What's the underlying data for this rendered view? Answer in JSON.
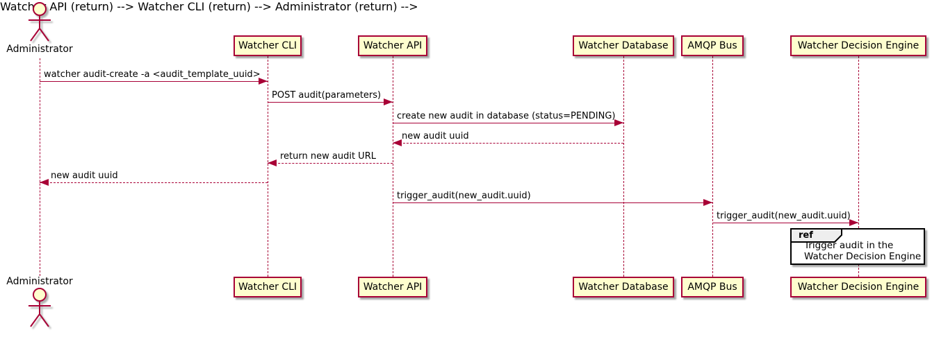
{
  "diagram": {
    "type": "sequence",
    "colors": {
      "background": "#FFFFFF",
      "participant_fill": "#FEFECE",
      "participant_border": "#A80036",
      "lifeline": "#A80036",
      "arrow": "#A80036",
      "text": "#000000",
      "ref_fill": "#FFFFFF",
      "ref_border": "#000000",
      "ref_tag_fill": "#EEEEEE"
    },
    "participants": [
      {
        "id": "administrator",
        "type": "actor",
        "label": "Administrator"
      },
      {
        "id": "watcher-cli",
        "type": "participant",
        "label": "Watcher CLI"
      },
      {
        "id": "watcher-api",
        "type": "participant",
        "label": "Watcher API"
      },
      {
        "id": "watcher-database",
        "type": "participant",
        "label": "Watcher Database"
      },
      {
        "id": "amqp-bus",
        "type": "participant",
        "label": "AMQP Bus"
      },
      {
        "id": "watcher-decision-engine",
        "type": "participant",
        "label": "Watcher Decision Engine"
      }
    ],
    "messages": [
      {
        "from": "Administrator",
        "to": "Watcher CLI",
        "style": "solid",
        "direction": "right",
        "label": "watcher audit-create -a <audit_template_uuid>"
      },
      {
        "from": "Watcher CLI",
        "to": "Watcher API",
        "style": "solid",
        "direction": "right",
        "label": "POST audit(parameters)"
      },
      {
        "from": "Watcher API",
        "to": "Watcher Database",
        "style": "solid",
        "direction": "right",
        "label": "create new audit in database (status=PENDING)"
      },
      {
        "from": "Watcher Database",
        "to": "Watcher API",
        "style": "dashed",
        "direction": "left",
        "label": "new audit uuid"
      },
      {
        "from": "Watcher API",
        "to": "Watcher CLI",
        "style": "dashed",
        "direction": "left",
        "label": "return new audit URL"
      },
      {
        "from": "Watcher CLI",
        "to": "Administrator",
        "style": "dashed",
        "direction": "left",
        "label": "new audit uuid"
      },
      {
        "from": "Watcher API",
        "to": "AMQP Bus",
        "style": "solid",
        "direction": "right",
        "label": "trigger_audit(new_audit.uuid)"
      },
      {
        "from": "AMQP Bus",
        "to": "Watcher Decision Engine",
        "style": "solid",
        "direction": "right",
        "label": "trigger_audit(new_audit.uuid)"
      }
    ],
    "ref": {
      "keyword": "ref",
      "over": "Watcher Decision Engine",
      "lines": [
        "Trigger audit in the",
        "Watcher Decision Engine"
      ]
    }
  }
}
